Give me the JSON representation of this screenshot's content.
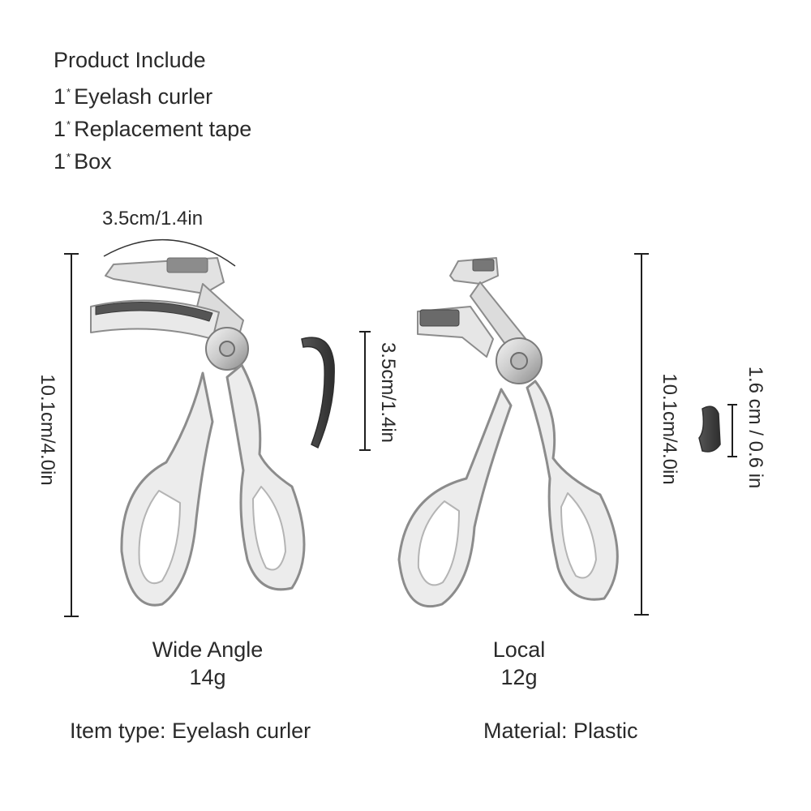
{
  "includes": {
    "heading": "Product Include",
    "items": [
      {
        "qty": "1",
        "mark": "*",
        "name": "Eyelash curler"
      },
      {
        "qty": "1",
        "mark": "*",
        "name": "Replacement tape"
      },
      {
        "qty": "1",
        "mark": "*",
        "name": "Box"
      }
    ]
  },
  "wide_angle": {
    "width_label": "3.5cm/1.4in",
    "height_label": "10.1cm/4.0in",
    "pad_label": "3.5cm/1.4in",
    "name": "Wide Angle",
    "weight": "14g"
  },
  "local": {
    "height_label": "10.1cm/4.0in",
    "pad_label": "1.6 cm / 0.6 in",
    "name": "Local",
    "weight": "12g"
  },
  "specs": {
    "item_type": "Item type: Eyelash curler",
    "material": "Material: Plastic"
  }
}
